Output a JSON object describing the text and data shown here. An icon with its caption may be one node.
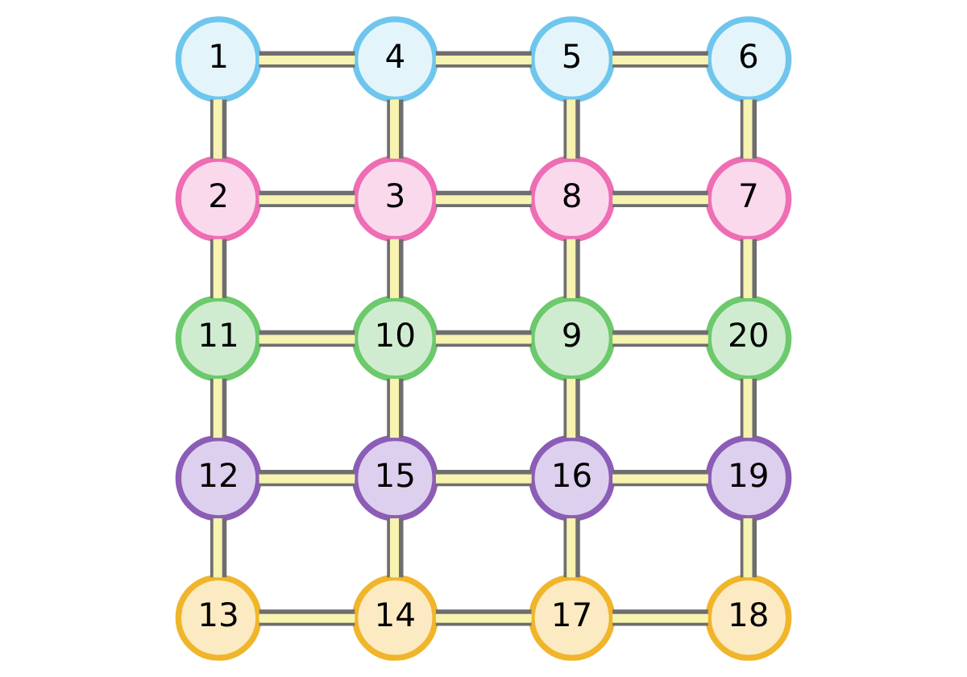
{
  "diagram": {
    "nodes": [
      {
        "text": [
          "1"
        ]
      },
      {
        "text": [
          "4"
        ]
      },
      {
        "text": [
          "5"
        ]
      },
      {
        "text": [
          "6"
        ]
      },
      {
        "text": [
          "2"
        ]
      },
      {
        "text": [
          "3"
        ]
      },
      {
        "text": [
          "8"
        ]
      },
      {
        "text": [
          "7"
        ]
      },
      {
        "text": [
          "11"
        ]
      },
      {
        "text": [
          "10"
        ]
      },
      {
        "text": [
          "9"
        ]
      },
      {
        "text": [
          "20"
        ]
      },
      {
        "text": [
          "12"
        ]
      },
      {
        "text": [
          "15"
        ]
      },
      {
        "text": [
          "16"
        ]
      },
      {
        "text": [
          "19"
        ]
      },
      {
        "text": [
          "13"
        ]
      },
      {
        "text": [
          "14"
        ]
      },
      {
        "text": [
          "17"
        ]
      },
      {
        "text": [
          "18"
        ]
      }
    ],
    "edges": [
      {
        "from": 0,
        "to": 1,
        "arrow": "none"
      },
      {
        "from": 1,
        "to": 2,
        "arrow": "none"
      },
      {
        "from": 2,
        "to": 3,
        "arrow": "none"
      },
      {
        "from": 0,
        "to": 4,
        "arrow": "none"
      },
      {
        "from": 1,
        "to": 5,
        "arrow": "none"
      },
      {
        "from": 2,
        "to": 6,
        "arrow": "none"
      },
      {
        "from": 3,
        "to": 7,
        "arrow": "none"
      },
      {
        "from": 4,
        "to": 5,
        "arrow": "none"
      },
      {
        "from": 5,
        "to": 6,
        "arrow": "none"
      },
      {
        "from": 6,
        "to": 7,
        "arrow": "none"
      },
      {
        "from": 4,
        "to": 8,
        "arrow": "none"
      },
      {
        "from": 5,
        "to": 9,
        "arrow": "none"
      },
      {
        "from": 6,
        "to": 10,
        "arrow": "none"
      },
      {
        "from": 7,
        "to": 11,
        "arrow": "none"
      },
      {
        "from": 8,
        "to": 9,
        "arrow": "none"
      },
      {
        "from": 9,
        "to": 10,
        "arrow": "none"
      },
      {
        "from": 10,
        "to": 11,
        "arrow": "none"
      },
      {
        "from": 8,
        "to": 12,
        "arrow": "none"
      },
      {
        "from": 9,
        "to": 13,
        "arrow": "none"
      },
      {
        "from": 10,
        "to": 14,
        "arrow": "none"
      },
      {
        "from": 11,
        "to": 15,
        "arrow": "none"
      },
      {
        "from": 12,
        "to": 13,
        "arrow": "none"
      },
      {
        "from": 13,
        "to": 14,
        "arrow": "none"
      },
      {
        "from": 14,
        "to": 15,
        "arrow": "none"
      },
      {
        "from": 12,
        "to": 16,
        "arrow": "none"
      },
      {
        "from": 13,
        "to": 17,
        "arrow": "none"
      },
      {
        "from": 14,
        "to": 18,
        "arrow": "none"
      },
      {
        "from": 15,
        "to": 19,
        "arrow": "none"
      },
      {
        "from": 16,
        "to": 17,
        "arrow": "none"
      },
      {
        "from": 17,
        "to": 18,
        "arrow": "none"
      },
      {
        "from": 18,
        "to": 19,
        "arrow": "none"
      }
    ]
  }
}
